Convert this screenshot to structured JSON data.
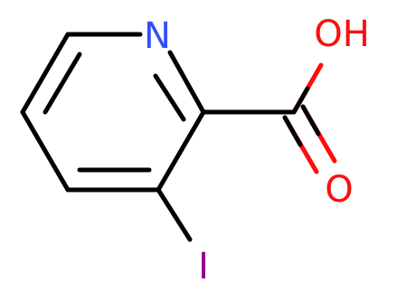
{
  "molecule": {
    "atoms": {
      "n": {
        "label": "N",
        "color": "#3050f8"
      },
      "oh": {
        "label": "OH",
        "color": "#ff0d0d"
      },
      "o": {
        "label": "O",
        "color": "#ff0d0d"
      },
      "i": {
        "label": "I",
        "color": "#940094"
      }
    },
    "bond_color": "#000000"
  }
}
